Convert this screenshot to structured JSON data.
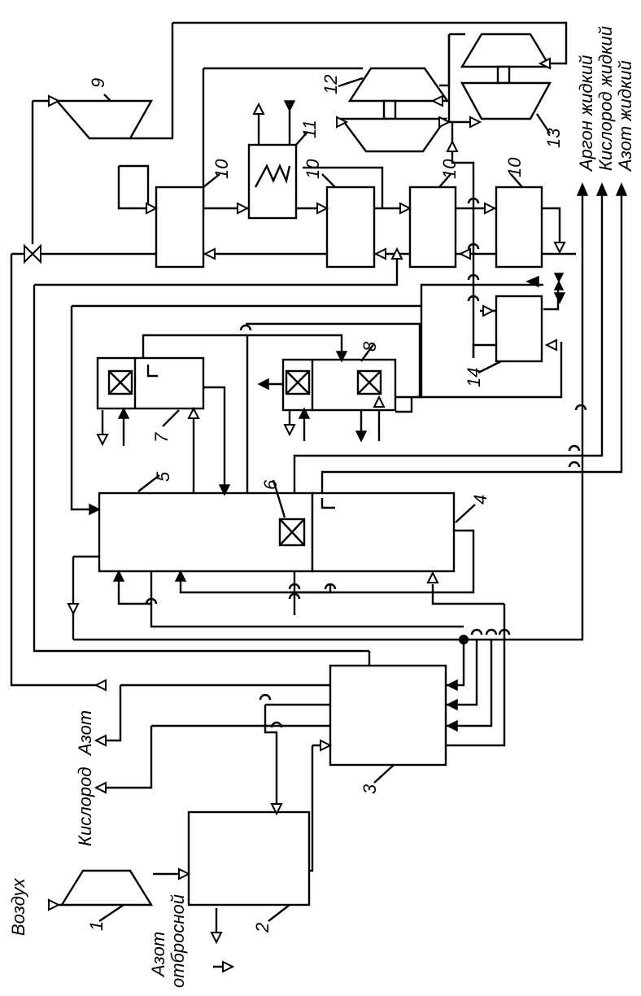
{
  "labels": {
    "air": "Воздух",
    "nitrogen": "Азот",
    "oxygen": "Кислород",
    "waste_nitrogen_1": "Азот",
    "waste_nitrogen_2": "отбросной",
    "argon_liquid": "Аргон жидкий",
    "oxygen_liquid": "Кислород жидкий",
    "nitrogen_liquid": "Азот жидкий"
  },
  "numbers": {
    "n1": "1",
    "n2": "2",
    "n3": "3",
    "n4": "4",
    "n5": "5",
    "n6": "6",
    "n7": "7",
    "n8": "8",
    "n9": "9",
    "n10a": "10",
    "n10b": "10",
    "n10c": "10",
    "n10d": "10",
    "n11": "11",
    "n12": "12",
    "n13": "13",
    "n14": "14"
  },
  "colors": {
    "line": "#000000",
    "background": "#ffffff"
  }
}
